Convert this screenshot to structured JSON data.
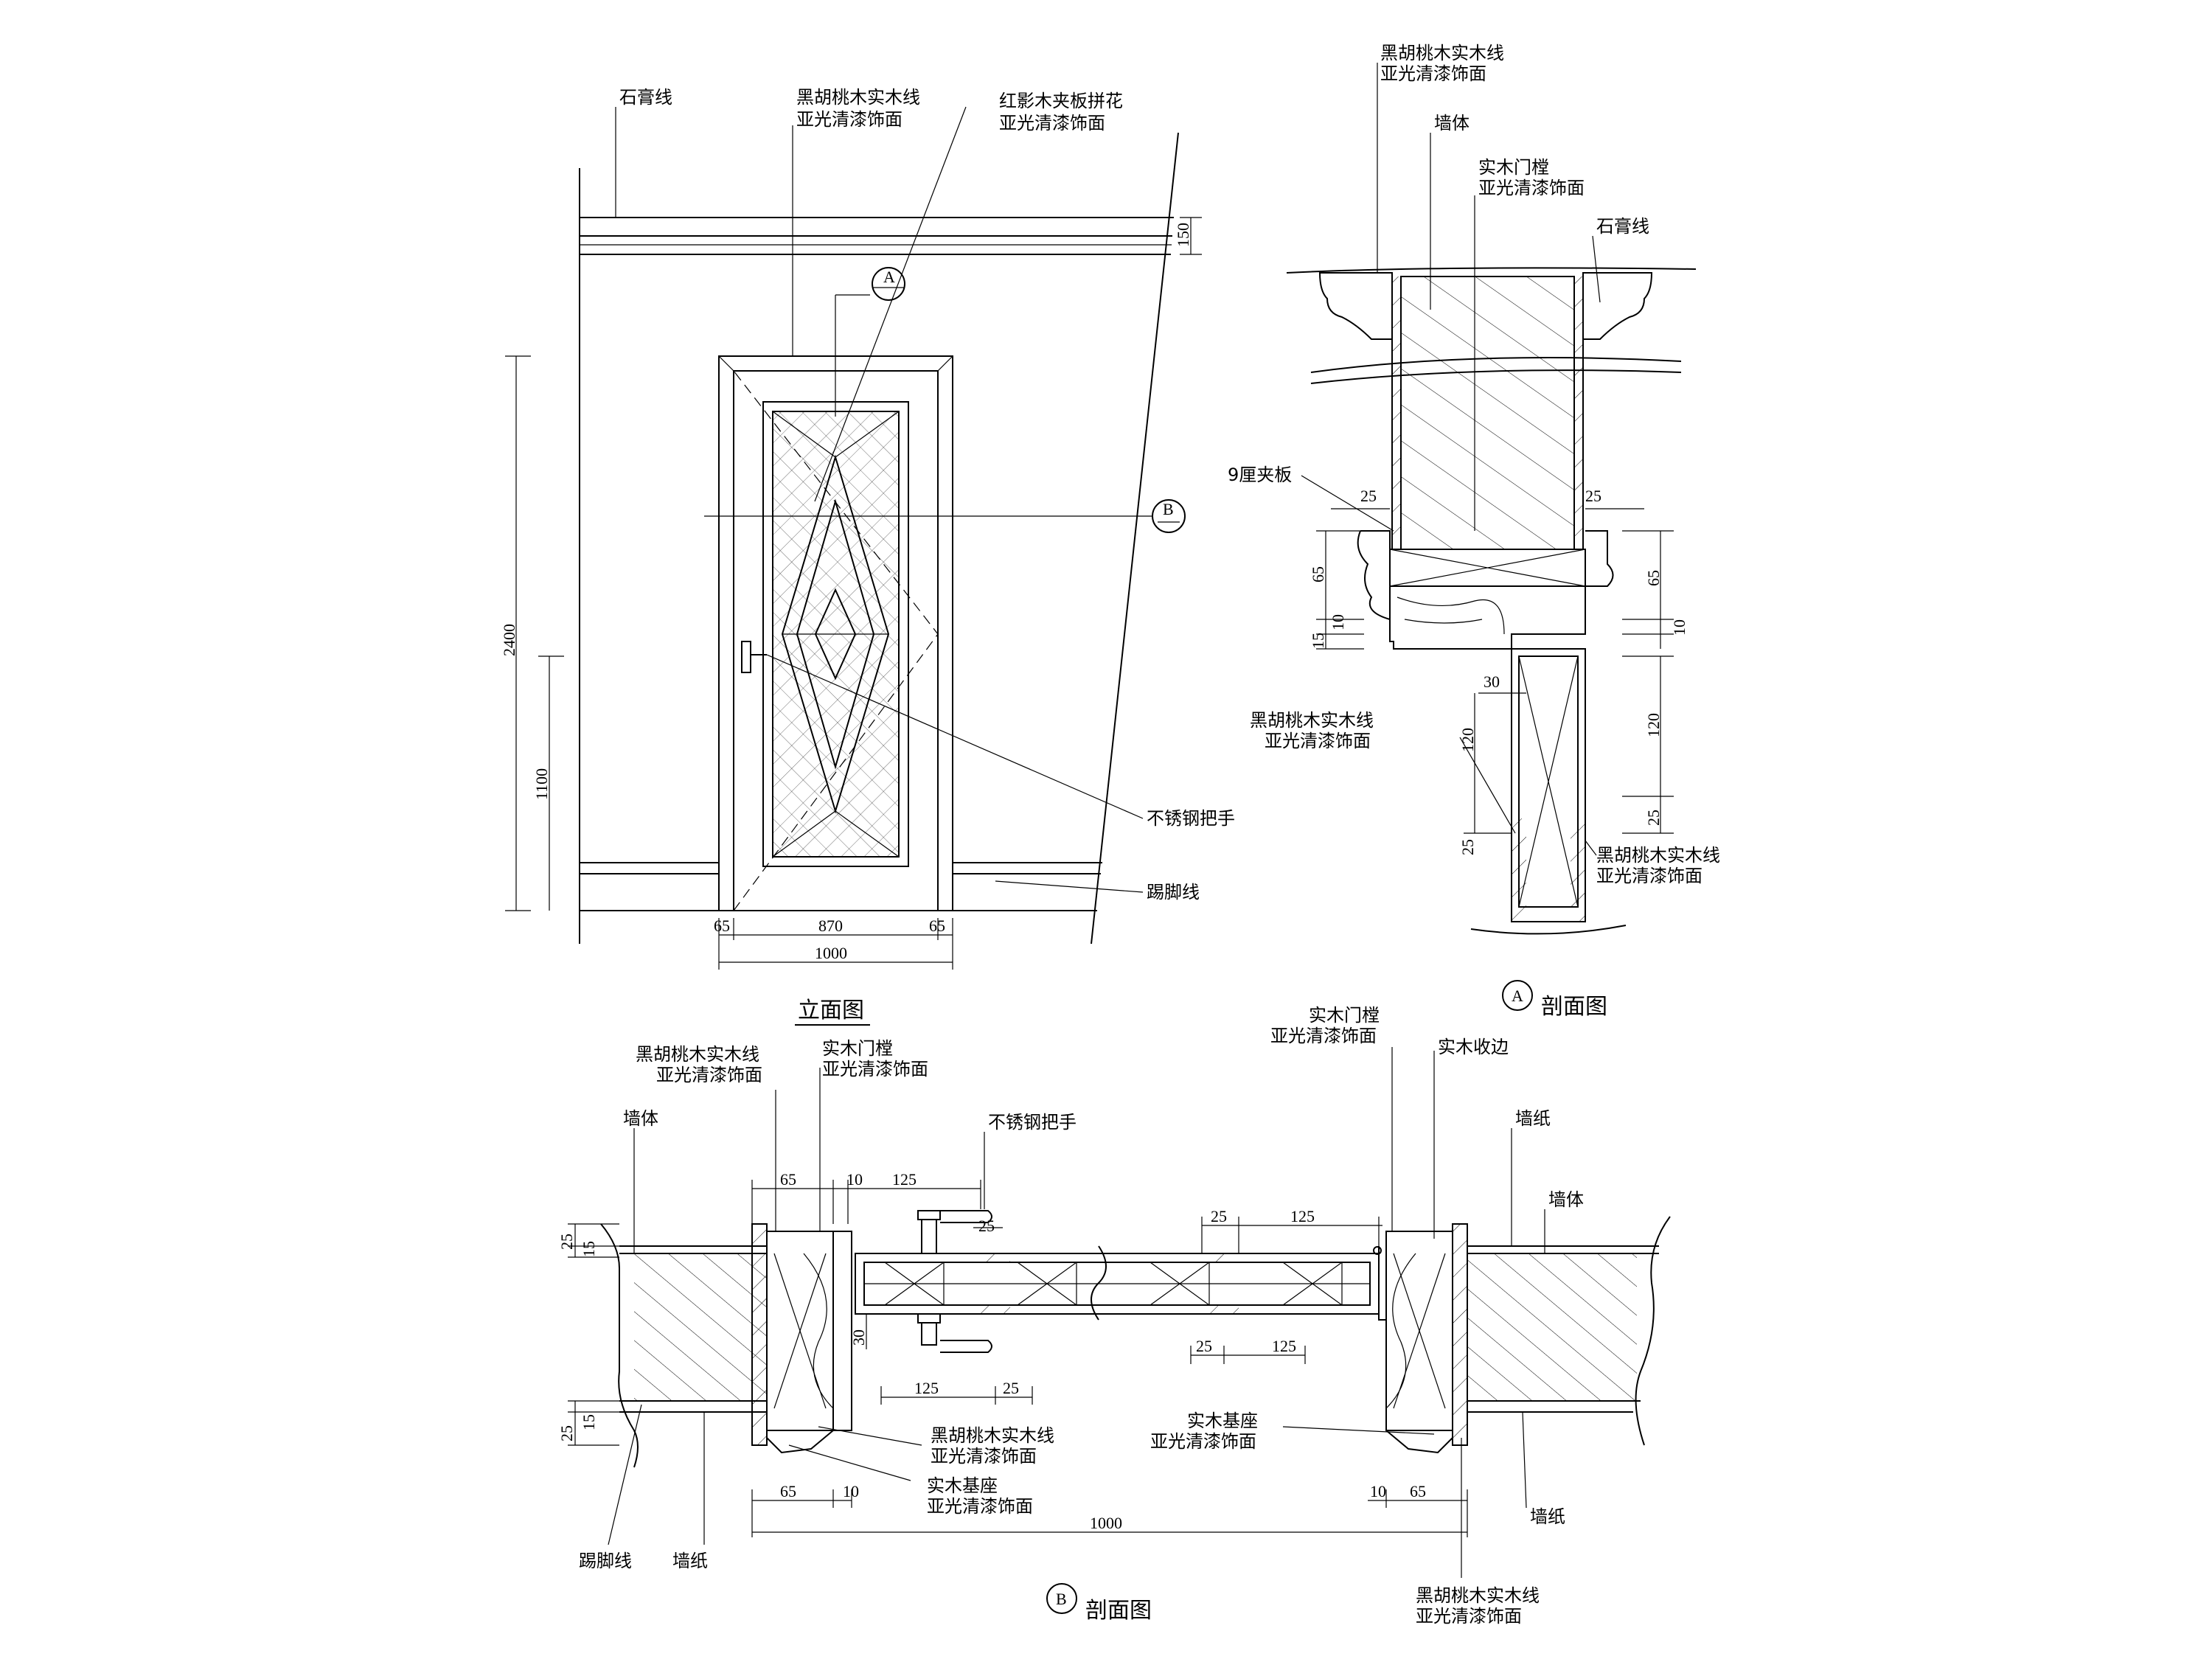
{
  "elevation": {
    "title": "立面图",
    "labels": {
      "plaster_line": "石膏线",
      "walnut_line_1": "黑胡桃木实木线",
      "walnut_line_2": "亚光清漆饰面",
      "rosewood_1": "红影木夹板拼花",
      "rosewood_2": "亚光清漆饰面",
      "handle": "不锈钢把手",
      "baseboard": "踢脚线"
    },
    "section_a": "A",
    "section_b": "B",
    "dims": {
      "h_total": "2400",
      "h_handle": "1100",
      "top": "150",
      "left": "65",
      "mid": "870",
      "right": "65",
      "width": "1000"
    }
  },
  "section_a": {
    "title": "剖面图",
    "marker": "A",
    "labels": {
      "walnut_1": "黑胡桃木实木线",
      "walnut_2": "亚光清漆饰面",
      "wall": "墙体",
      "frame_1": "实木门樘",
      "frame_2": "亚光清漆饰面",
      "plaster": "石膏线",
      "plywood": "9厘夹板",
      "walnut_b1": "黑胡桃木实木线",
      "walnut_b2": "亚光清漆饰面",
      "walnut_c1": "黑胡桃木实木线",
      "walnut_c2": "亚光清漆饰面"
    },
    "dims": {
      "l25": "25",
      "r25": "25",
      "l65": "65",
      "l10": "10",
      "l15": "15",
      "r65": "65",
      "r10": "10",
      "d30": "30",
      "l120": "120",
      "r120": "120",
      "l25b": "25",
      "r25b": "25"
    }
  },
  "section_b": {
    "title": "剖面图",
    "marker": "B",
    "labels": {
      "walnut_1": "黑胡桃木实木线",
      "walnut_2": "亚光清漆饰面",
      "frame_1": "实木门樘",
      "frame_2": "亚光清漆饰面",
      "wall": "墙体",
      "handle": "不锈钢把手",
      "frame_r1": "实木门樘",
      "frame_r2": "亚光清漆饰面",
      "edge": "实木收边",
      "wallpaper_r": "墙纸",
      "wall_r": "墙体",
      "walnut_b1": "黑胡桃木实木线",
      "walnut_b2": "亚光清漆饰面",
      "base_1": "实木基座",
      "base_2": "亚光清漆饰面",
      "base_r1": "实木基座",
      "base_r2": "亚光清漆饰面",
      "baseboard": "踢脚线",
      "wallpaper_l": "墙纸",
      "wallpaper_r2": "墙纸",
      "walnut_r1": "黑胡桃木实木线",
      "walnut_r2": "亚光清漆饰面"
    },
    "dims": {
      "t65": "65",
      "t10": "10",
      "t125": "125",
      "h25": "25",
      "m25": "25",
      "m125": "125",
      "v25a": "25",
      "v15a": "15",
      "v25b": "25",
      "v15b": "15",
      "v30": "30",
      "b125": "125",
      "b25": "25",
      "mb25": "25",
      "mb125": "125",
      "bl65": "65",
      "bl10": "10",
      "br10": "10",
      "br65": "65",
      "total": "1000"
    }
  }
}
